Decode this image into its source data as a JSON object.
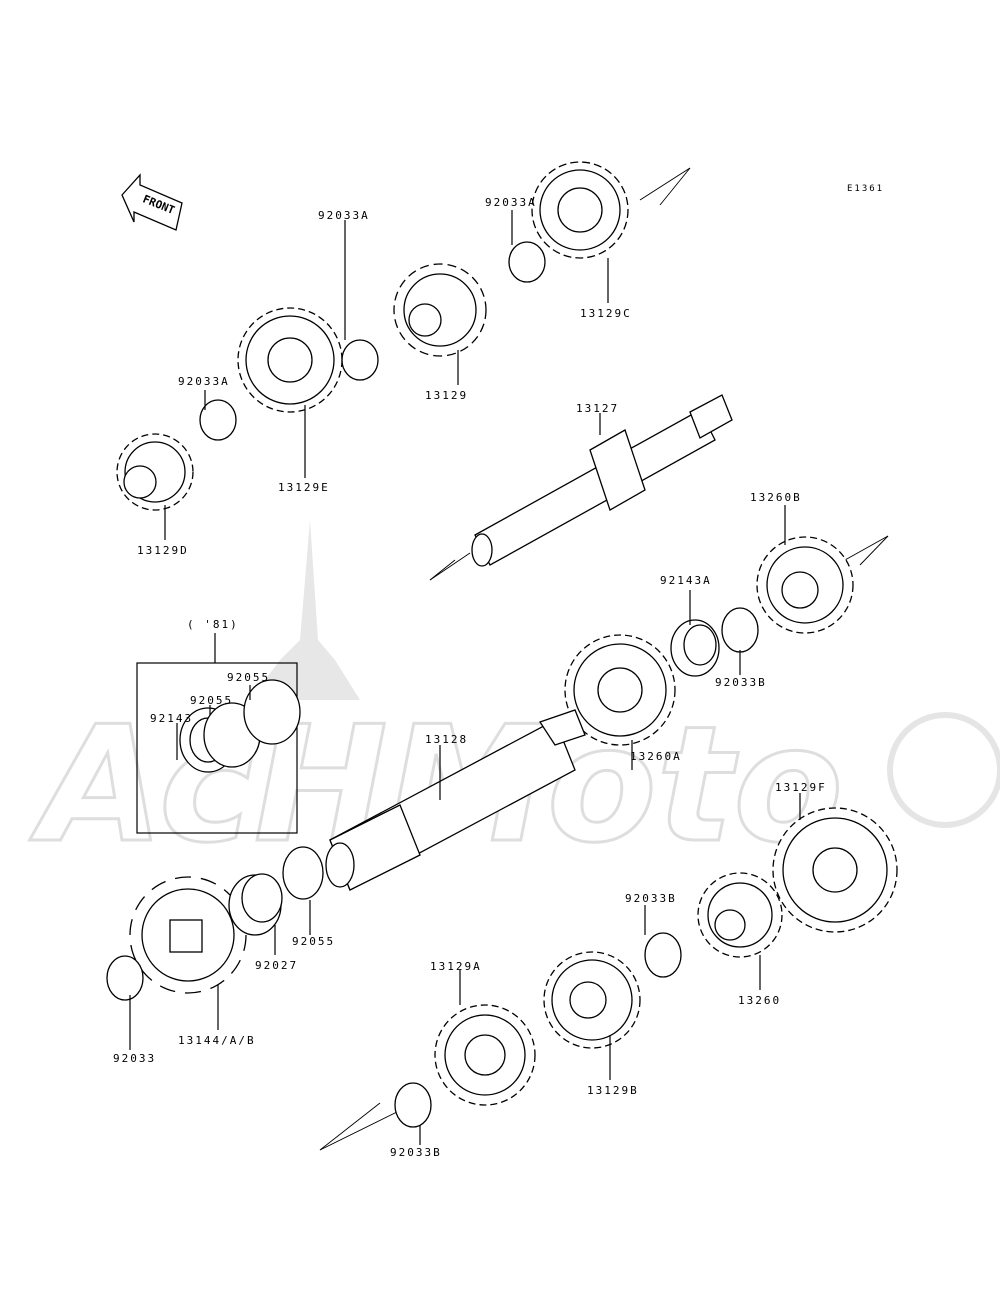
{
  "diagram_id": "E1361",
  "front_label": "FRONT",
  "box_note": "( '81)",
  "parts": {
    "p92033A_1": "92033A",
    "p92033A_2": "92033A",
    "p92033A_3": "92033A",
    "p13129C": "13129C",
    "p13129": "13129",
    "p13129E": "13129E",
    "p13129D": "13129D",
    "p13127": "13127",
    "p13260B": "13260B",
    "p92143A": "92143A",
    "p92033B_1": "92033B",
    "p92055_1": "92055",
    "p92055_2": "92055",
    "p92143": "92143",
    "p13128": "13128",
    "p13260A": "13260A",
    "p13129F": "13129F",
    "p92033B_2": "92033B",
    "p92055_3": "92055",
    "p92027": "92027",
    "p13260": "13260",
    "p13129A": "13129A",
    "p13129B": "13129B",
    "p92033": "92033",
    "p13144": "13144/A/B",
    "p92033B_3": "92033B"
  }
}
